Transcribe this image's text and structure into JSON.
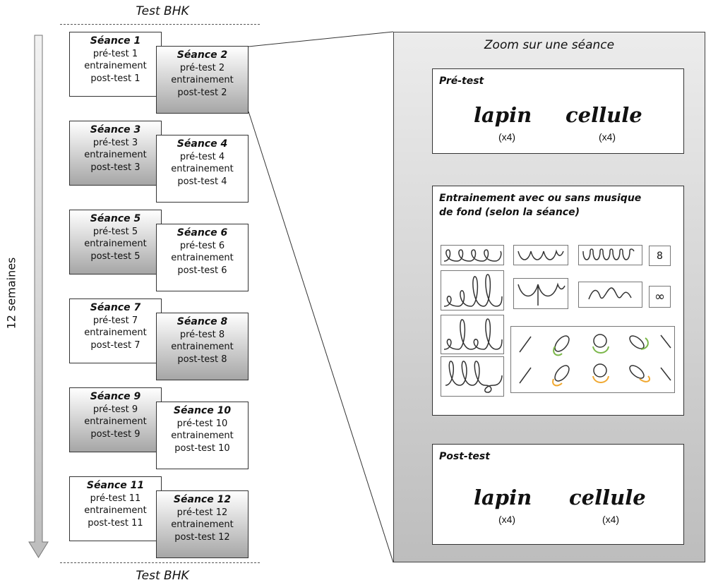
{
  "top_label": "Test BHK",
  "bottom_label": "Test BHK",
  "timeline_label": "12 semaines",
  "sessions": [
    {
      "title": "Séance 1",
      "pre": "pré-test 1",
      "train": "entrainement",
      "post": "post-test 1",
      "style": "white"
    },
    {
      "title": "Séance 2",
      "pre": "pré-test 2",
      "train": "entrainement",
      "post": "post-test 2",
      "style": "grey"
    },
    {
      "title": "Séance 3",
      "pre": "pré-test 3",
      "train": "entrainement",
      "post": "post-test 3",
      "style": "grey"
    },
    {
      "title": "Séance 4",
      "pre": "pré-test 4",
      "train": "entrainement",
      "post": "post-test 4",
      "style": "white"
    },
    {
      "title": "Séance 5",
      "pre": "pré-test 5",
      "train": "entrainement",
      "post": "post-test 5",
      "style": "grey"
    },
    {
      "title": "Séance 6",
      "pre": "pré-test 6",
      "train": "entrainement",
      "post": "post-test 6",
      "style": "white"
    },
    {
      "title": "Séance 7",
      "pre": "pré-test 7",
      "train": "entrainement",
      "post": "post-test 7",
      "style": "white"
    },
    {
      "title": "Séance 8",
      "pre": "pré-test 8",
      "train": "entrainement",
      "post": "post-test 8",
      "style": "grey"
    },
    {
      "title": "Séance 9",
      "pre": "pré-test 9",
      "train": "entrainement",
      "post": "post-test 9",
      "style": "grey"
    },
    {
      "title": "Séance 10",
      "pre": "pré-test 10",
      "train": "entrainement",
      "post": "post-test 10",
      "style": "white"
    },
    {
      "title": "Séance 11",
      "pre": "pré-test 11",
      "train": "entrainement",
      "post": "post-test 11",
      "style": "white"
    },
    {
      "title": "Séance 12",
      "pre": "pré-test 12",
      "train": "entrainement",
      "post": "post-test 12",
      "style": "grey"
    }
  ],
  "zoom": {
    "title": "Zoom sur une séance",
    "pretest": {
      "title": "Pré-test",
      "word1": "lapin",
      "word2": "cellule",
      "count1": "(x4)",
      "count2": "(x4)"
    },
    "training": {
      "title_line1": "Entrainement avec ou sans musique",
      "title_line2": "de fond (selon la séance)",
      "symbol_eight": "8",
      "symbol_infinity": "∞"
    },
    "posttest": {
      "title": "Post-test",
      "word1": "lapin",
      "word2": "cellule",
      "count1": "(x4)",
      "count2": "(x4)"
    }
  },
  "colors": {
    "arrow_green": "#7ab648",
    "arrow_orange": "#f0a830",
    "grey_panel": "#bdbdbd"
  }
}
